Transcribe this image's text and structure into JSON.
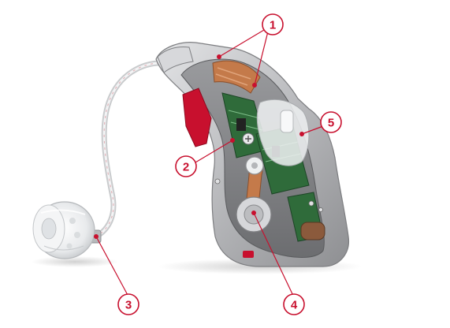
{
  "image": {
    "subject": "hearing-aid-cutaway",
    "accent_color": "#c8102e",
    "shell_color": "#bfc0c3",
    "board_color": "#2f6b3a",
    "receiver_color": "#c47a4a"
  },
  "callouts": [
    {
      "label": "1"
    },
    {
      "label": "2"
    },
    {
      "label": "3"
    },
    {
      "label": "4"
    },
    {
      "label": "5"
    }
  ]
}
